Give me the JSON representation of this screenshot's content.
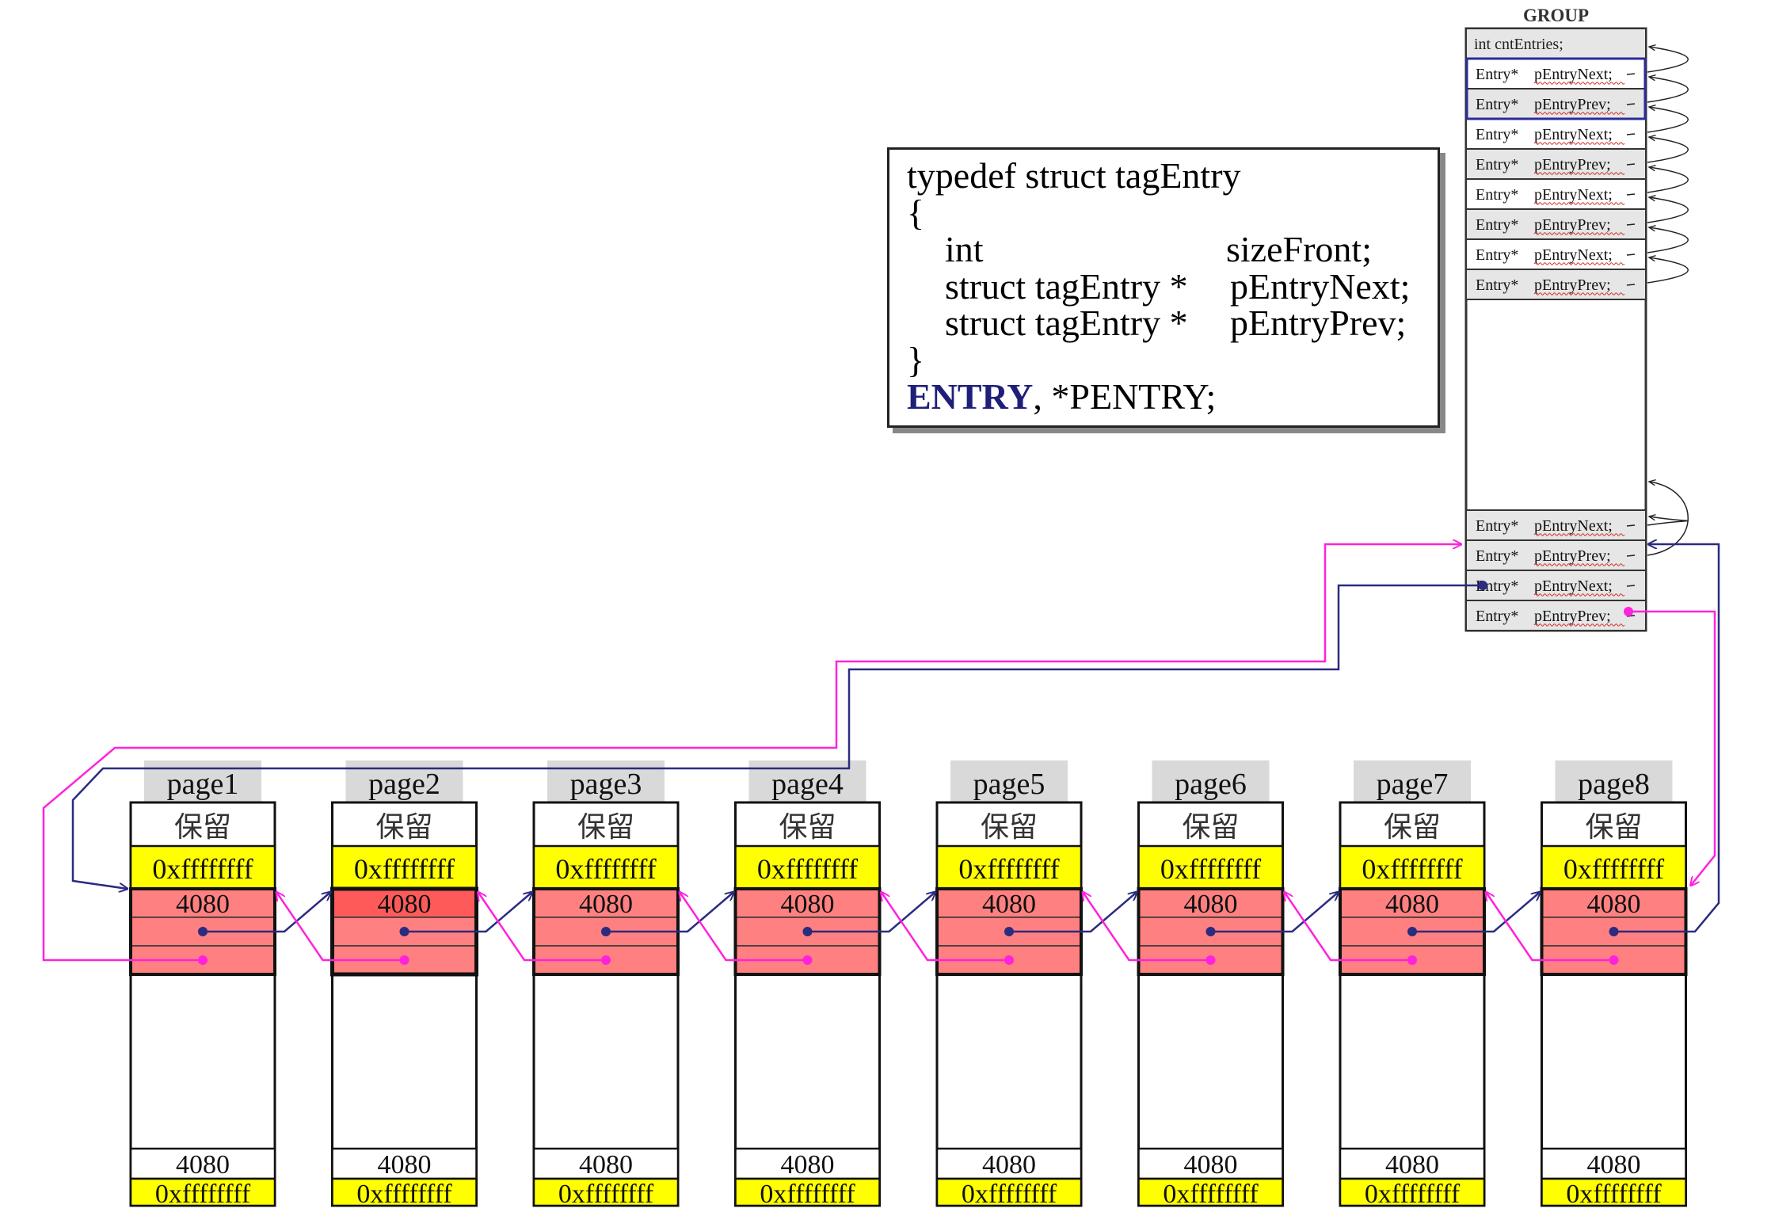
{
  "struct_code": {
    "line1": "typedef struct tagEntry",
    "line2": "{",
    "field1_type": "int",
    "field1_name": "sizeFront;",
    "field2_type": "struct tagEntry *",
    "field2_name": "pEntryNext;",
    "field3_type": "struct tagEntry *",
    "field3_name": "pEntryPrev;",
    "line6": "}",
    "typedef_name": "ENTRY",
    "typedef_rest": ", *PENTRY;"
  },
  "group": {
    "title": "GROUP",
    "header_field": "int  cntEntries;",
    "slot_type": "Entry*",
    "next_label": "pEntryNext;",
    "prev_label": "pEntryPrev;",
    "top_slots": [
      "next",
      "prev",
      "next",
      "prev",
      "next",
      "prev",
      "next",
      "prev"
    ],
    "bottom_slots": [
      "next",
      "prev",
      "next",
      "prev"
    ]
  },
  "pages": [
    {
      "label": "page1"
    },
    {
      "label": "page2"
    },
    {
      "label": "page3"
    },
    {
      "label": "page4"
    },
    {
      "label": "page5"
    },
    {
      "label": "page6"
    },
    {
      "label": "page7"
    },
    {
      "label": "page8"
    }
  ],
  "page_cells": {
    "reserved": "保留",
    "guard": "0xffffffff",
    "size": "4080",
    "tail_size": "4080",
    "tail_guard": "0xffffffff"
  },
  "colors": {
    "guard_fill": "#ffff00",
    "entry_fill": "#ff8080",
    "entry_fill_hot": "#ff5a5a",
    "label_bg": "#d9d9d9",
    "slot_bg": "#e6e6e6",
    "next_link": "#2b2b80",
    "prev_link": "#ff22dd",
    "text": "#000000"
  }
}
